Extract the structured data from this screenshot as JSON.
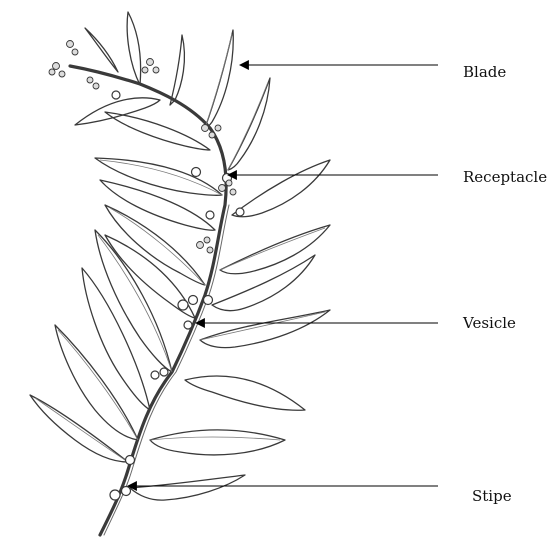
{
  "labels": {
    "blade": "Blade",
    "receptacle": "Receptacle",
    "vesicle": "Vesicle",
    "stipe": "Stipe"
  },
  "colors": {
    "outline": "#3a3a3a",
    "leader": "#000000",
    "background": "#ffffff"
  }
}
